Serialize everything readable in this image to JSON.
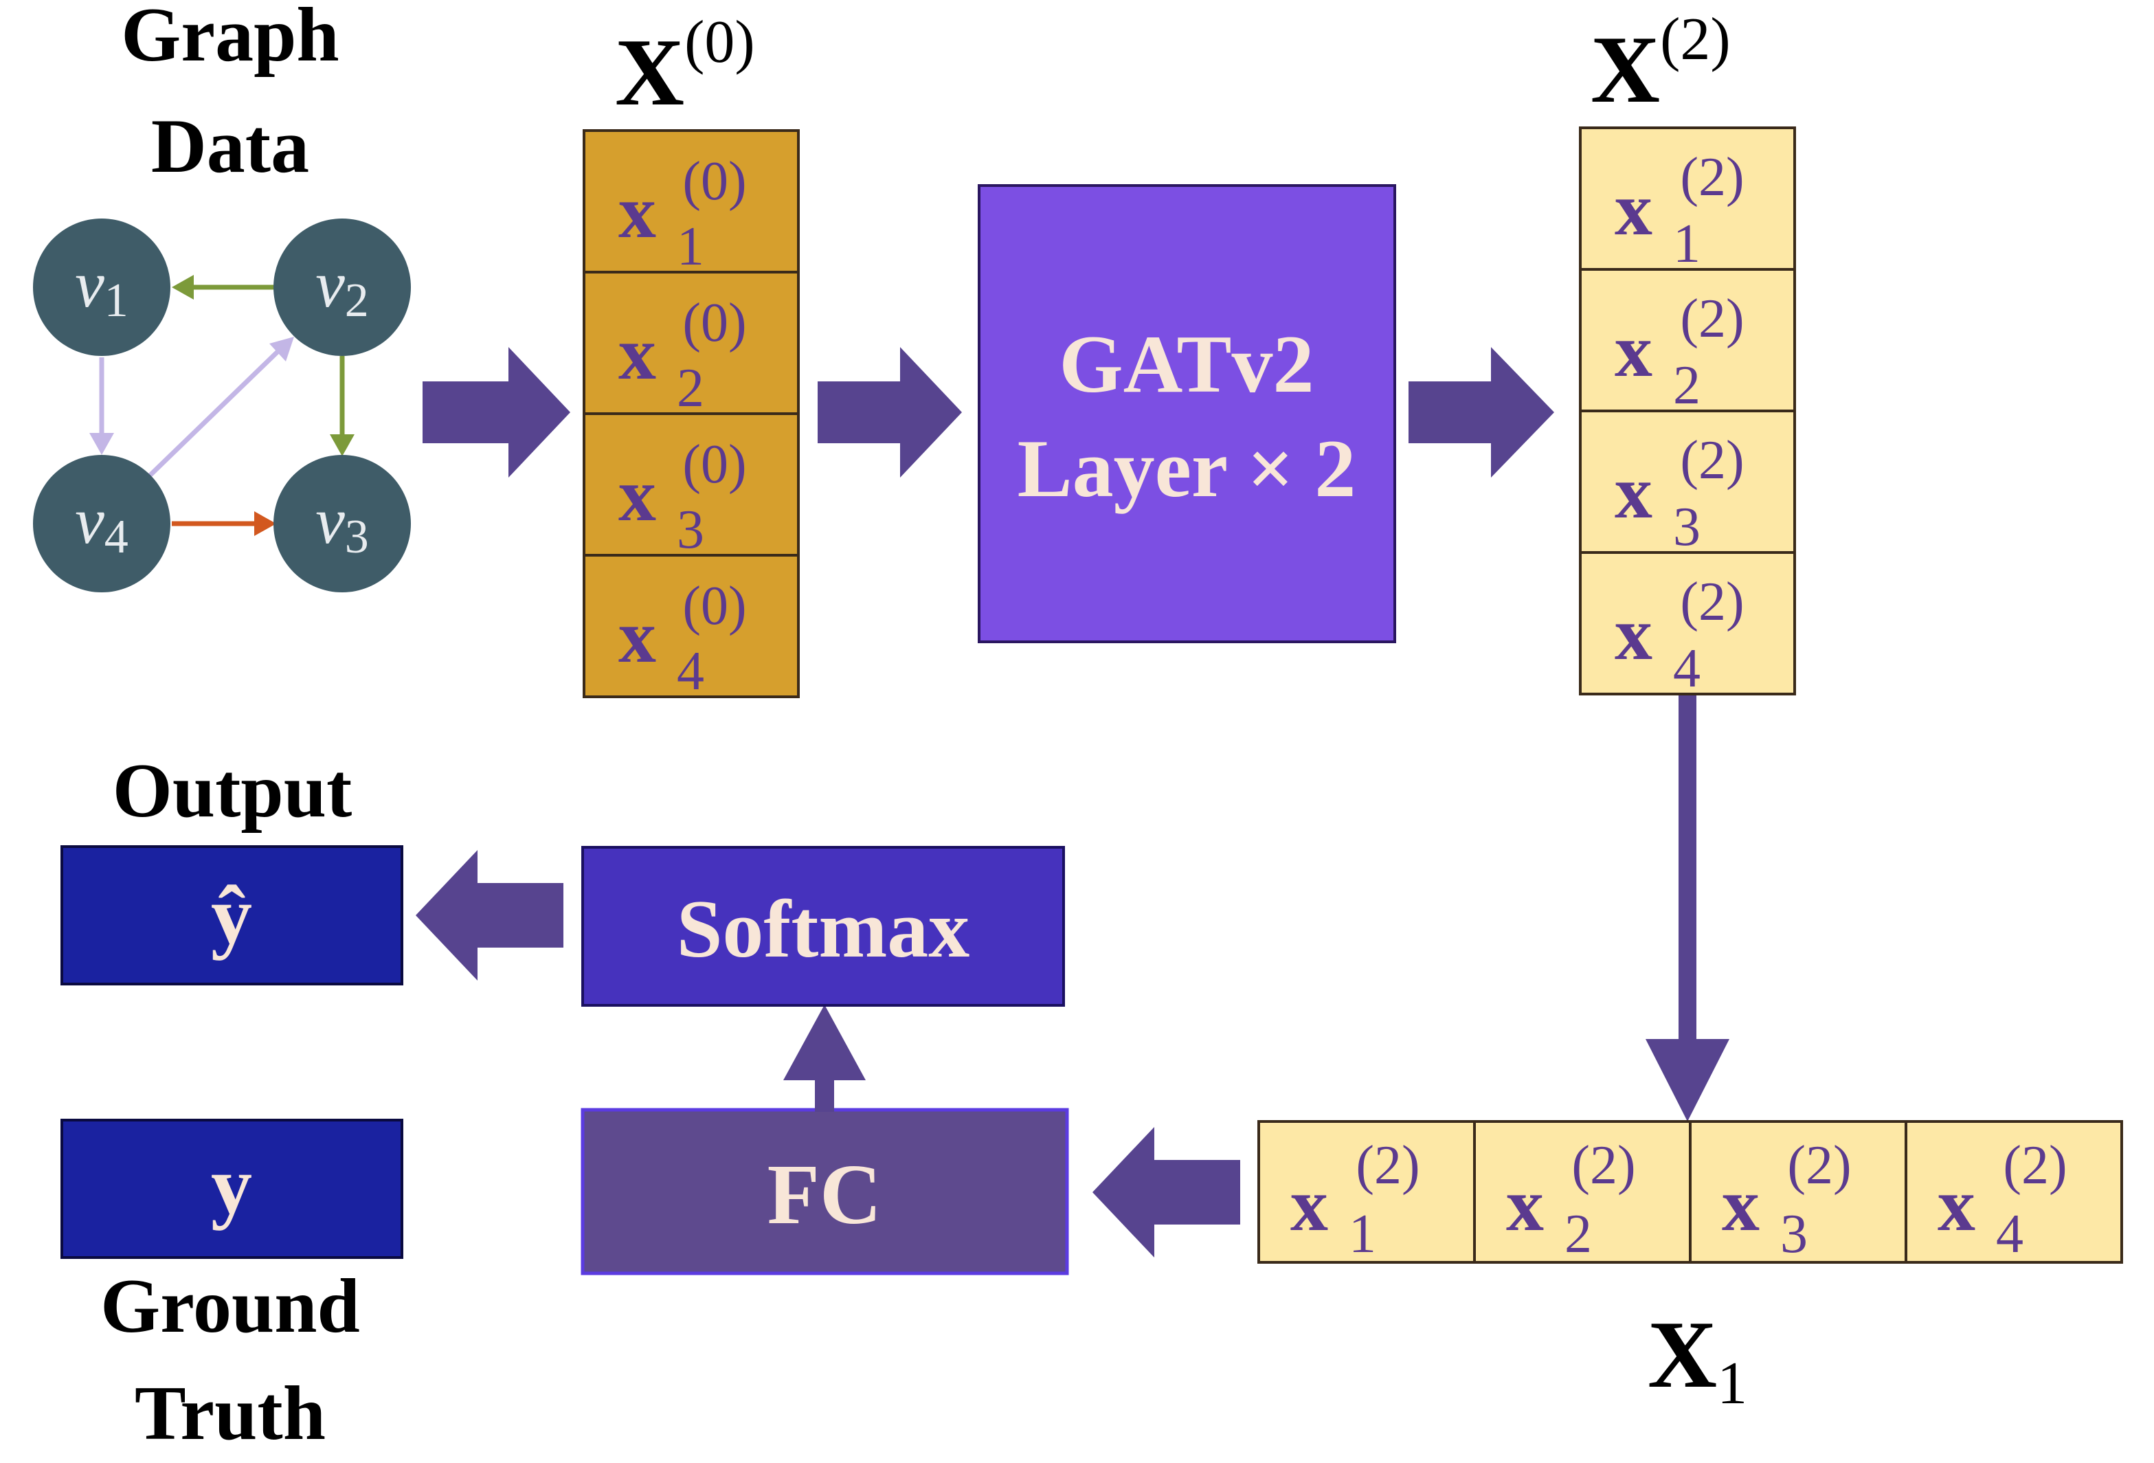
{
  "graph": {
    "title_line1": "Graph",
    "title_line2": "Data",
    "nodes": [
      {
        "sym": "v",
        "sub": "1"
      },
      {
        "sym": "v",
        "sub": "2"
      },
      {
        "sym": "v",
        "sub": "3"
      },
      {
        "sym": "v",
        "sub": "4"
      }
    ],
    "colors": {
      "node": "#3f5c68",
      "edge_green": "#7c9a3a",
      "edge_lavender": "#c3b6e6",
      "edge_orange": "#d2581f"
    }
  },
  "x0": {
    "title_main": "X",
    "title_sup": "(0)",
    "color": "#d69f2d",
    "cells": [
      {
        "main": "x",
        "sup": "(0)",
        "sub": "1"
      },
      {
        "main": "x",
        "sup": "(0)",
        "sub": "2"
      },
      {
        "main": "x",
        "sup": "(0)",
        "sub": "3"
      },
      {
        "main": "x",
        "sup": "(0)",
        "sub": "4"
      }
    ]
  },
  "gat": {
    "line1": "GATv2",
    "line2": "Layer × 2",
    "color": "#7c4fe3"
  },
  "x2": {
    "title_main": "X",
    "title_sup": "(2)",
    "color": "#fde8a6",
    "cells": [
      {
        "main": "x",
        "sup": "(2)",
        "sub": "1"
      },
      {
        "main": "x",
        "sup": "(2)",
        "sub": "2"
      },
      {
        "main": "x",
        "sup": "(2)",
        "sub": "3"
      },
      {
        "main": "x",
        "sup": "(2)",
        "sub": "4"
      }
    ]
  },
  "x1": {
    "title_main": "X",
    "title_sub": "1",
    "cells": [
      {
        "main": "x",
        "sup": "(2)",
        "sub": "1"
      },
      {
        "main": "x",
        "sup": "(2)",
        "sub": "2"
      },
      {
        "main": "x",
        "sup": "(2)",
        "sub": "3"
      },
      {
        "main": "x",
        "sup": "(2)",
        "sub": "4"
      }
    ]
  },
  "fc": {
    "label": "FC",
    "color": "#5e4a8e"
  },
  "softmax": {
    "label": "Softmax",
    "color": "#4632bd"
  },
  "output": {
    "title": "Output",
    "value": "ŷ",
    "color": "#1a22a0"
  },
  "ground_truth": {
    "value": "y",
    "title_line1": "Ground",
    "title_line2": "Truth"
  },
  "arrow_color": "#57448f"
}
